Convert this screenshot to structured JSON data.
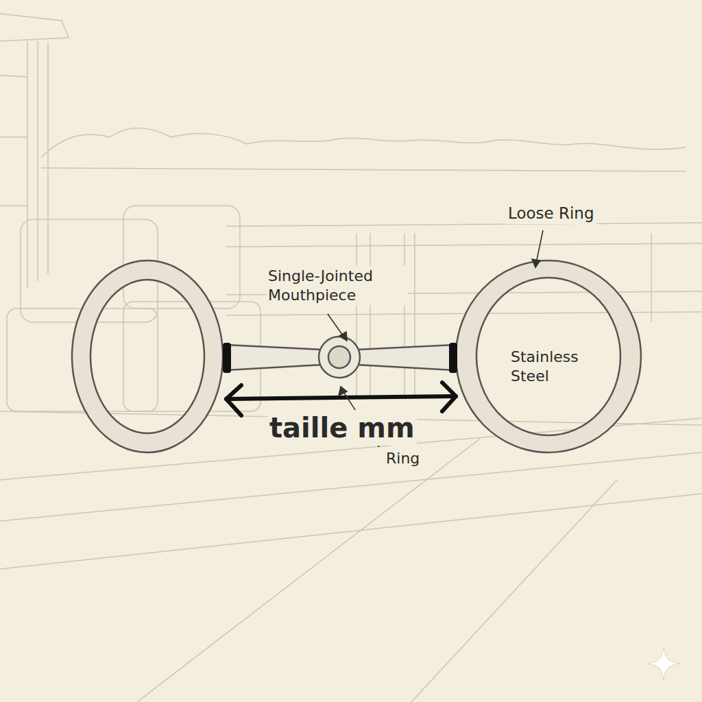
{
  "diagram": {
    "labels": [
      "Loose Ring",
      "Single-Jointed Mouthpiece",
      "Stainless Steel",
      "Ring",
      "taille mm"
    ]
  }
}
